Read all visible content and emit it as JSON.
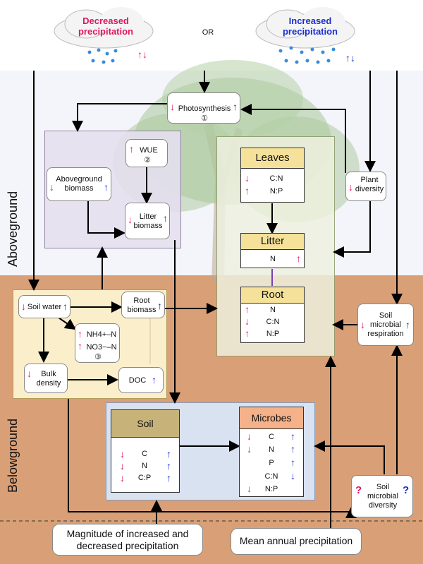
{
  "colors": {
    "sky": "#f3f5fa",
    "soil_bg": "#d9a077",
    "above_panel": "#e5e0ef",
    "green_panel": "#eef1df",
    "yellow_panel": "#fbeecb",
    "blue_panel": "#d9e2f1",
    "leaves_header": "#f5e19a",
    "soil_header": "#c7b379",
    "microbes_header": "#f5b18a",
    "red": "#e0175f",
    "blue": "#1a2fd0"
  },
  "header": {
    "decreased": "Decreased precipitation",
    "or": "OR",
    "increased": "Increased precipitation"
  },
  "sections": {
    "above": "Aboveground",
    "below": "Belowground"
  },
  "nodes": {
    "photosynthesis": "Photosynthesis",
    "photosynthesis_num": "①",
    "wue": "WUE",
    "wue_num": "②",
    "aboveground_biomass": "Aboveground biomass",
    "litter_biomass": "Litter biomass",
    "plant_diversity": "Plant diversity",
    "soil_water": "Soil water",
    "root_biomass": "Root biomass",
    "nh4": "NH4+–N",
    "no3": "NO3−–N",
    "n_num": "③",
    "bulk_density": "Bulk density",
    "doc": "DOC",
    "soil_microbial_respiration": "Soil microbial respiration",
    "soil_microbial_diversity": "Soil microbial diversity",
    "magnitude": "Magnitude of increased and decreased  precipitation",
    "map": "Mean annual precipitation"
  },
  "leaves": {
    "title": "Leaves",
    "rows": [
      "C:N",
      "N:P"
    ]
  },
  "litter": {
    "title": "Litter",
    "rows": [
      "N"
    ]
  },
  "root": {
    "title": "Root",
    "rows": [
      "N",
      "C:N",
      "N:P"
    ]
  },
  "soil": {
    "title": "Soil",
    "rows": [
      "C",
      "N",
      "C:P"
    ]
  },
  "microbes": {
    "title": "Microbes",
    "rows": [
      "C",
      "N",
      "P",
      "C:N",
      "N:P"
    ]
  },
  "question": "?"
}
